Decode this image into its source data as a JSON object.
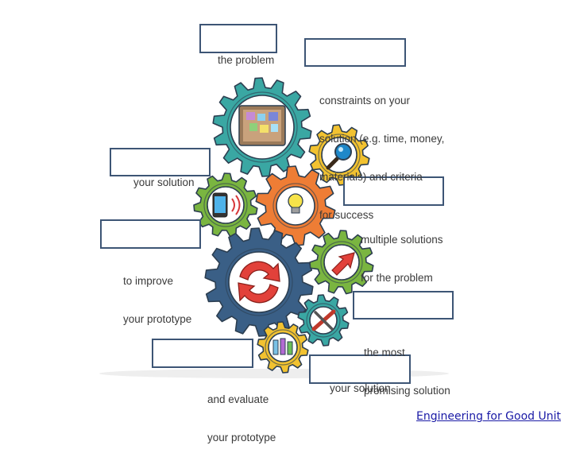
{
  "captions": {
    "define": "the problem",
    "constraints": [
      "constraints on your",
      "solution (e.g. time, money,",
      "materials) and criteria",
      "for success"
    ],
    "research": "your solution",
    "brainstorm": [
      "multiple solutions",
      "for the problem"
    ],
    "iterate": [
      "to improve",
      "your prototype"
    ],
    "choose": [
      "the most",
      "promising solution"
    ],
    "test": [
      "and evaluate",
      "your prototype"
    ],
    "build": "your solution"
  },
  "footer": {
    "link_text": "Engineering for Good Unit"
  },
  "colors": {
    "teal": "#3aa7a3",
    "yellow": "#f2c230",
    "green": "#7ab540",
    "orange": "#ee7d35",
    "blue": "#3a5f86",
    "red": "#e2413a",
    "box_border": "#3d5575",
    "link": "#1a1aa6"
  },
  "icons": [
    "bulletin-board-icon",
    "magnifier-icon",
    "phone-signal-icon",
    "lightbulb-icon",
    "cycle-arrows-icon",
    "arrow-icon",
    "tools-icon",
    "test-tubes-icon"
  ]
}
